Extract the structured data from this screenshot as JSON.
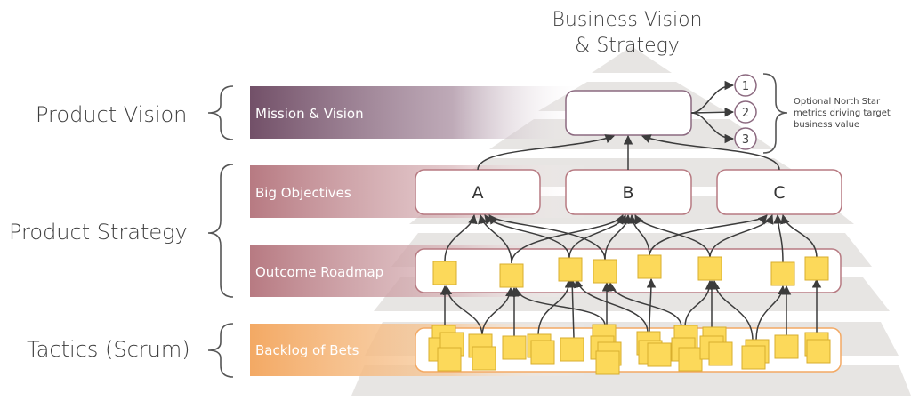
{
  "title": {
    "line1": "Business Vision",
    "line2": "& Strategy"
  },
  "levels": {
    "product_vision": "Product Vision",
    "product_strategy": "Product Strategy",
    "tactics": "Tactics (Scrum)"
  },
  "bands": {
    "mission": "Mission & Vision",
    "objectives": "Big Objectives",
    "roadmap": "Outcome Roadmap",
    "backlog": "Backlog of Bets"
  },
  "objectives": [
    "A",
    "B",
    "C"
  ],
  "north_star": {
    "metrics": [
      "1",
      "2",
      "3"
    ],
    "note_lines": [
      "Optional North Star",
      "metrics driving target",
      "business value"
    ]
  },
  "colors": {
    "vision_band": "#725068",
    "strategy_band": "#b77a82",
    "backlog_band": "#f3a964",
    "pyramid": "#e7e5e3",
    "sticky": "#fcd95a"
  }
}
